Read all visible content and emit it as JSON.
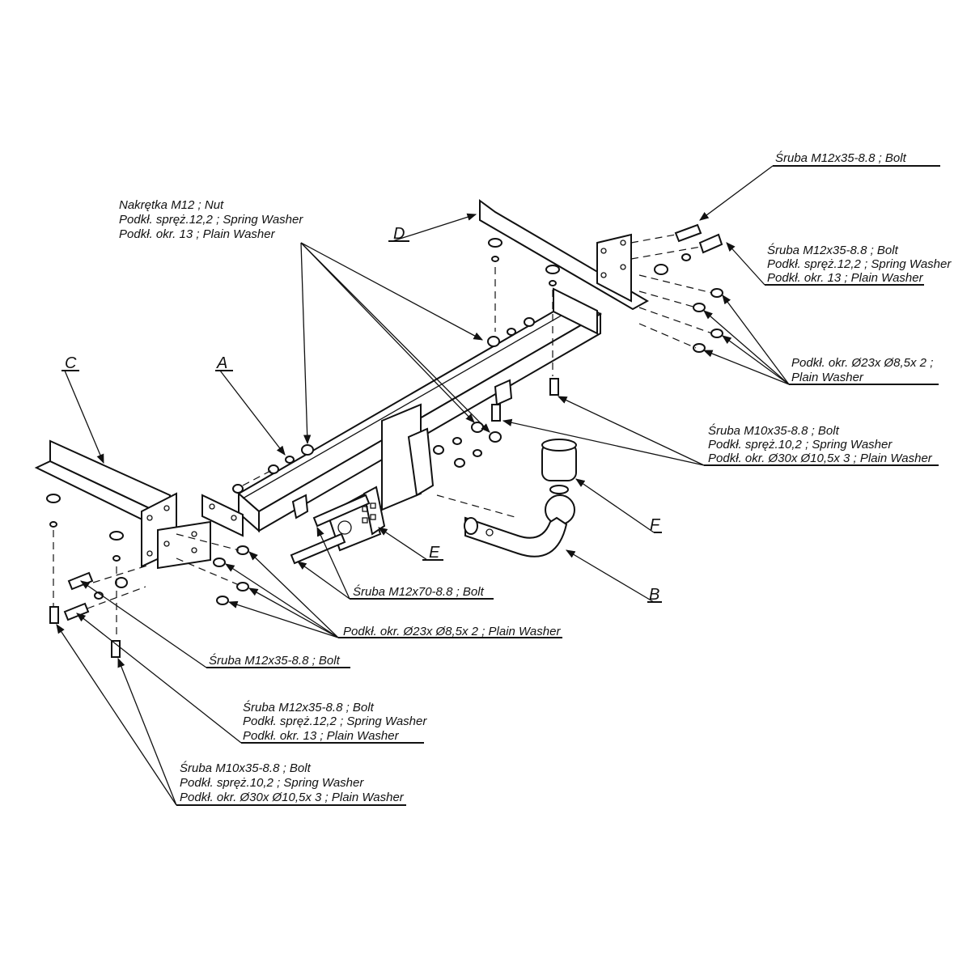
{
  "letters": {
    "a": "A",
    "b": "B",
    "c": "C",
    "d": "D",
    "e": "E",
    "f": "F"
  },
  "callouts": {
    "nut_group": [
      "Nakrętka  M12 ; Nut",
      "Podkł. spręż.12,2 ; Spring Washer",
      "Podkł. okr. 13 ; Plain Washer"
    ],
    "bolt_top": [
      "Śruba M12x35-8.8   ;  Bolt"
    ],
    "bolt_right_group": [
      "Śruba M12x35-8.8 ;  Bolt",
      "Podkł. spręż.12,2 ; Spring Washer",
      "Podkł. okr. 13 ; Plain Washer"
    ],
    "washer_right": [
      "Podkł. okr.  Ø23x Ø8,5x 2 ;",
      "Plain Washer"
    ],
    "bolt_m10_right": [
      "Śruba M10x35-8.8 ;  Bolt",
      "Podkł. spręż.10,2 ; Spring Washer",
      "Podkł. okr.  Ø30x Ø10,5x 3 ; Plain Washer"
    ],
    "bolt_m12x70": [
      "Śruba M12x70-8.8   ;  Bolt"
    ],
    "washer_left": [
      "Podkł. okr.  Ø23x Ø8,5x 2 ; Plain Washer"
    ],
    "bolt_left": [
      "Śruba M12x35-8.8   ;  Bolt"
    ],
    "bolt_left_group": [
      "Śruba M12x35-8.8 ;  Bolt",
      "Podkł. spręż.12,2 ; Spring Washer",
      "Podkł. okr. 13 ; Plain Washer"
    ],
    "bolt_m10_left": [
      "Śruba M10x35-8.8 ;  Bolt",
      "Podkł. spręż.10,2 ; Spring Washer",
      "Podkł. okr.  Ø30x Ø10,5x 3 ; Plain Washer"
    ]
  }
}
